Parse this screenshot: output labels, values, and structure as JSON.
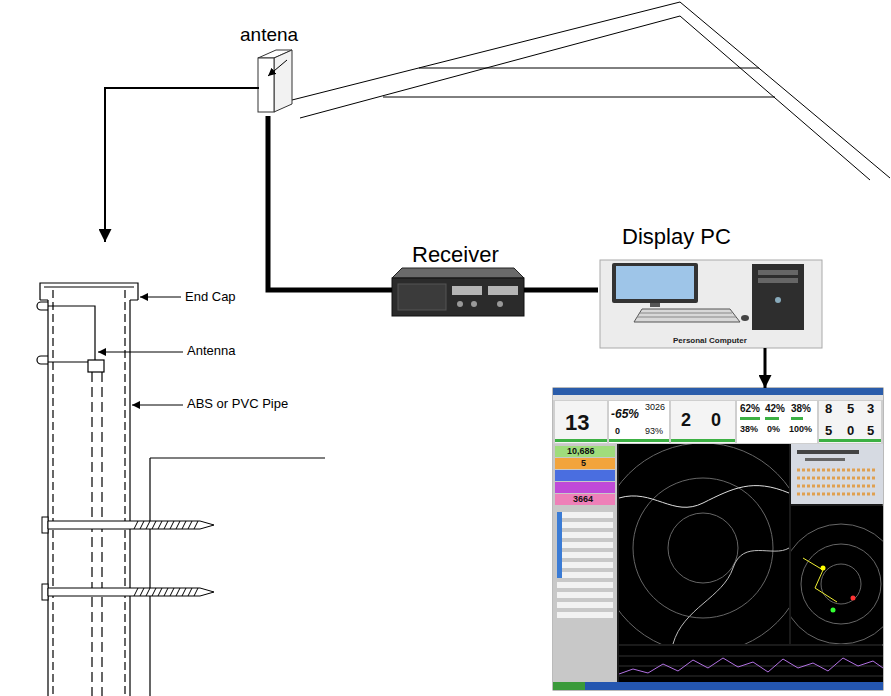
{
  "diagram": {
    "nodes": [
      {
        "text": [
          "antena"
        ]
      },
      {
        "text": [
          "Receiver"
        ]
      },
      {
        "text": [
          "Display PC",
          "Personal Computer"
        ]
      },
      {
        "text": [
          "13",
          "-65%",
          "3026",
          "0",
          "93%",
          "2",
          "0",
          "62%",
          "42%",
          "38%",
          "8",
          "5",
          "3",
          "38%",
          "0%",
          "100%",
          "5",
          "0",
          "5",
          "10,686",
          "5",
          "3664"
        ]
      },
      {
        "text": [
          "End Cap",
          "Antenna",
          "ABS or PVC Pipe"
        ]
      }
    ],
    "edges": [
      {
        "from": 0,
        "to": 4,
        "arrow": "to"
      },
      {
        "from": 0,
        "to": 1,
        "arrow": "none"
      },
      {
        "from": 1,
        "to": 2,
        "arrow": "none"
      },
      {
        "from": 2,
        "to": 3,
        "arrow": "to"
      }
    ]
  }
}
